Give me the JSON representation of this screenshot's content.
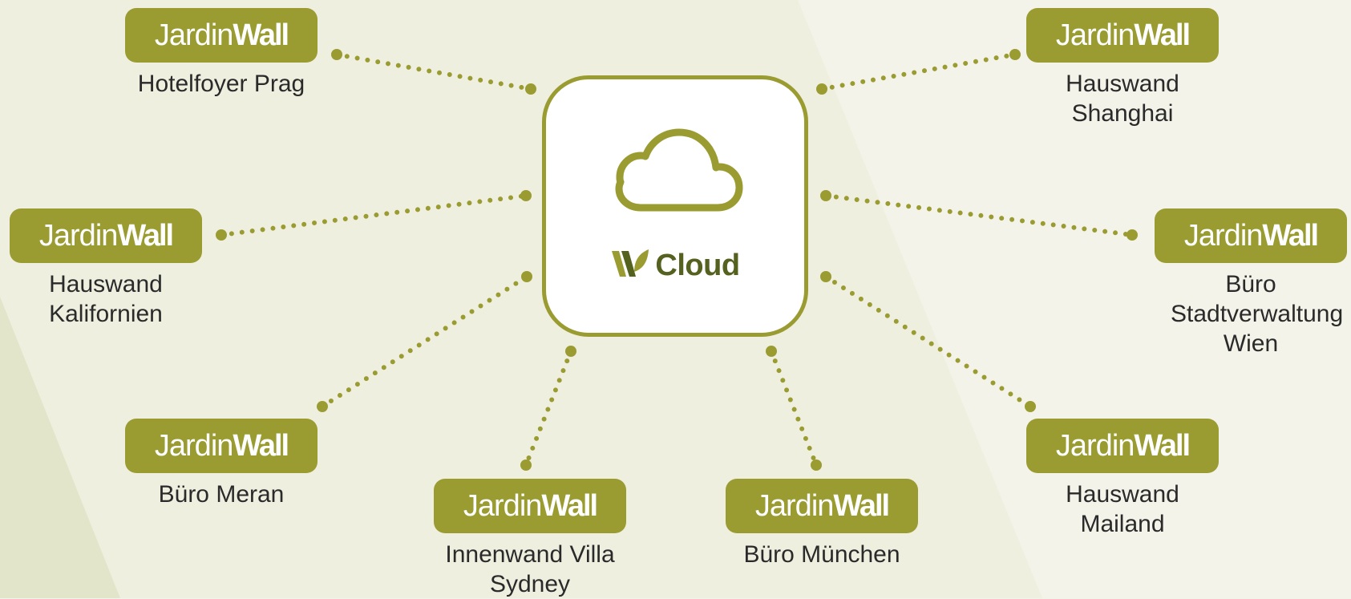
{
  "colors": {
    "accent": "#9a9c32",
    "accent_dark": "#55611e",
    "background": "#f3f3e9",
    "text": "#2a2a2a"
  },
  "hub": {
    "icon": "cloud-icon",
    "label": "Cloud"
  },
  "brand": {
    "light": "Jardin",
    "bold": "Wall"
  },
  "locations": [
    {
      "id": "prag",
      "caption": "Hotelfoyer Prag"
    },
    {
      "id": "shanghai",
      "caption": "Hauswand Shanghai"
    },
    {
      "id": "kalifornien",
      "caption": "Hauswand Kalifornien"
    },
    {
      "id": "wien",
      "caption": "Büro Stadtverwaltung Wien"
    },
    {
      "id": "meran",
      "caption": "Büro Meran"
    },
    {
      "id": "mailand",
      "caption": "Hauswand Mailand"
    },
    {
      "id": "sydney",
      "caption": "Innenwand Villa Sydney"
    },
    {
      "id": "muenchen",
      "caption": "Büro München"
    }
  ]
}
